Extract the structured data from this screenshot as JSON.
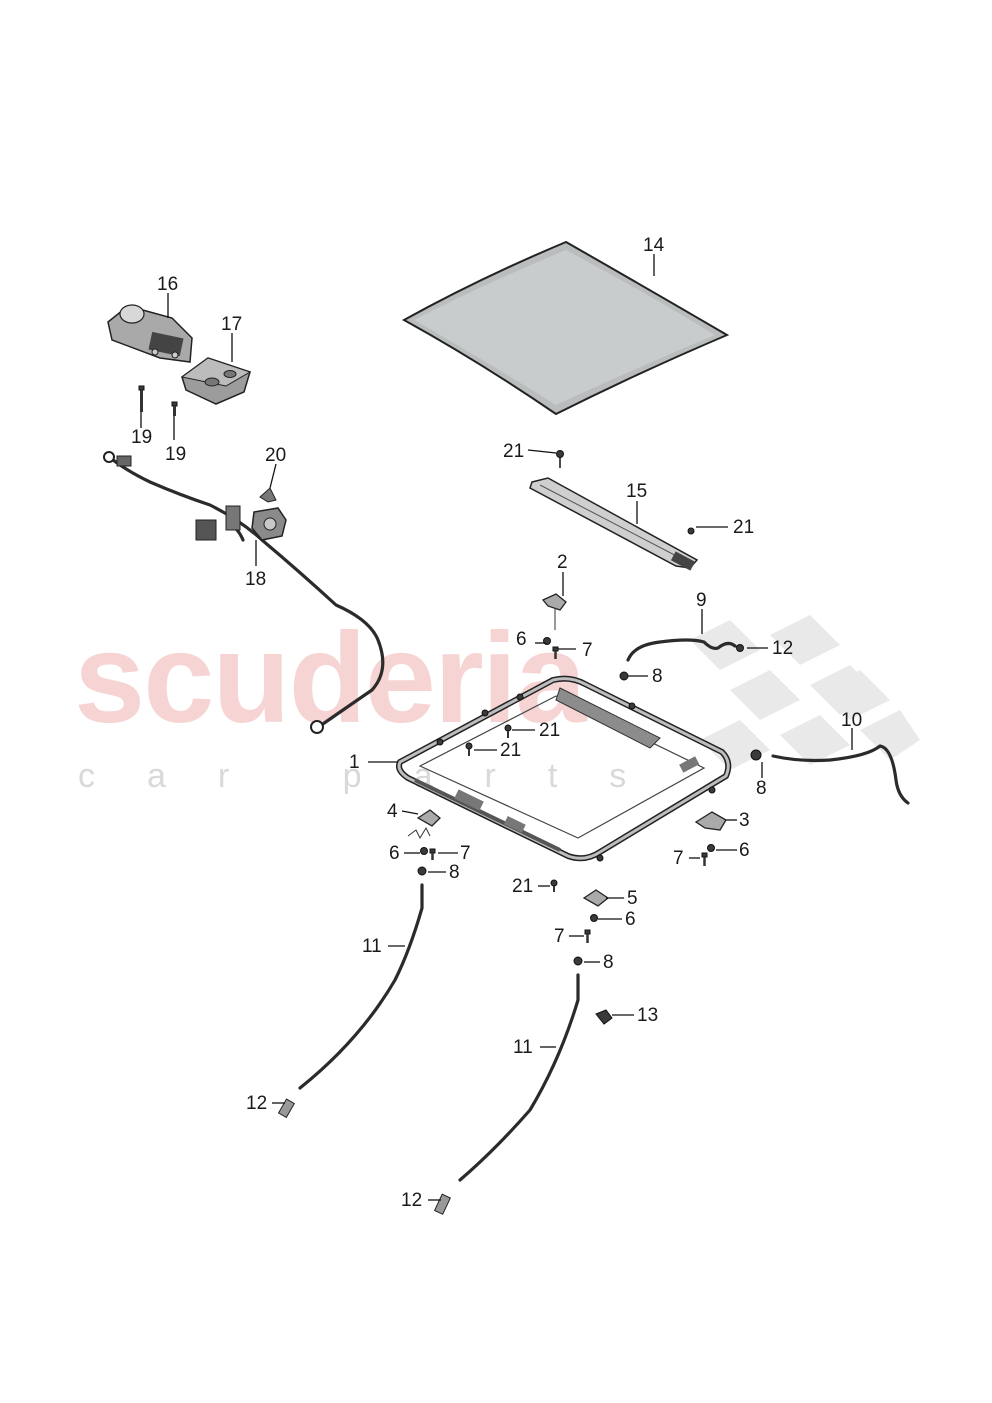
{
  "watermark": {
    "brand": "scuderia",
    "sub": "car parts"
  },
  "part_labels": {
    "p1": "1",
    "p2": "2",
    "p3": "3",
    "p4": "4",
    "p5": "5",
    "p6a": "6",
    "p6b": "6",
    "p6c": "6",
    "p6d": "6",
    "p7a": "7",
    "p7b": "7",
    "p7c": "7",
    "p7d": "7",
    "p8a": "8",
    "p8b": "8",
    "p8c": "8",
    "p8d": "8",
    "p9": "9",
    "p10": "10",
    "p11a": "11",
    "p11b": "11",
    "p12a": "12",
    "p12b": "12",
    "p12c": "12",
    "p13": "13",
    "p14": "14",
    "p15": "15",
    "p16": "16",
    "p17": "17",
    "p18": "18",
    "p19a": "19",
    "p19b": "19",
    "p20": "20",
    "p21a": "21",
    "p21b": "21",
    "p21c": "21",
    "p21d": "21",
    "p21e": "21"
  },
  "colors": {
    "watermark_red": "#f1b9b9",
    "checker_grey": "#e6e6e6",
    "glass": "#b9bdbd",
    "line": "#111111"
  }
}
